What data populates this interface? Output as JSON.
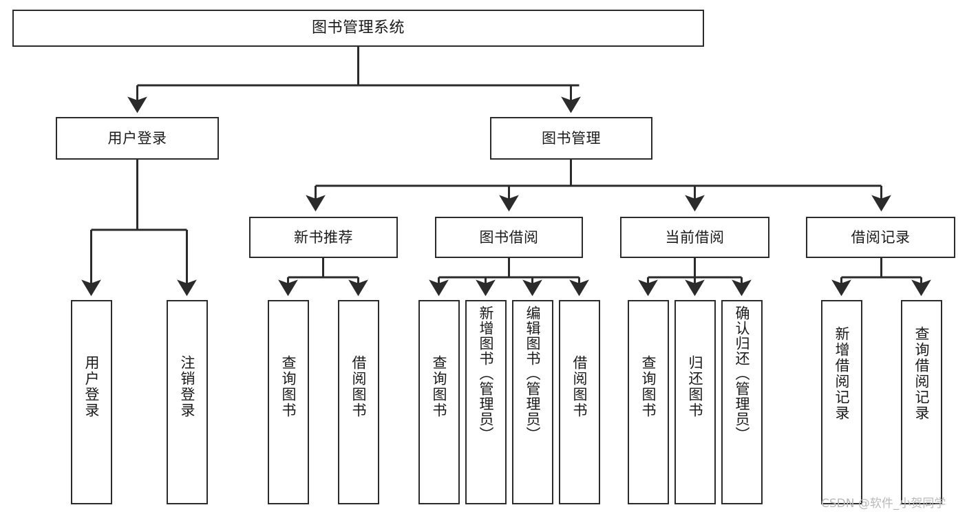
{
  "diagram": {
    "type": "tree-hierarchy",
    "title": "图书管理系统",
    "orientation": "top-down",
    "colors": {
      "node_border": "#2b2b2b",
      "node_fill": "#ffffff",
      "edge": "#2b2b2b",
      "text": "#1a1a1a",
      "watermark": "#b9b9b9",
      "background": "#ffffff"
    },
    "nodes": {
      "root": {
        "label": "图书管理系统"
      },
      "level2": [
        {
          "id": "user-login",
          "label": "用户登录"
        },
        {
          "id": "book-manage",
          "label": "图书管理"
        }
      ],
      "level3": [
        {
          "id": "new-book-rec",
          "label": "新书推荐"
        },
        {
          "id": "book-borrow",
          "label": "图书借阅"
        },
        {
          "id": "current-borrow",
          "label": "当前借阅"
        },
        {
          "id": "borrow-record",
          "label": "借阅记录"
        }
      ],
      "leaves": {
        "user_login": [
          {
            "id": "leaf-user-login",
            "label": "用户登录"
          },
          {
            "id": "leaf-logout",
            "label": "注销登录"
          }
        ],
        "new_book_rec": [
          {
            "id": "leaf-query-book-1",
            "label": "查询图书"
          },
          {
            "id": "leaf-borrow-book-1",
            "label": "借阅图书"
          }
        ],
        "book_borrow": [
          {
            "id": "leaf-query-book-2",
            "label": "查询图书"
          },
          {
            "id": "leaf-add-book",
            "label": "新增图书（管理员）"
          },
          {
            "id": "leaf-edit-book",
            "label": "编辑图书（管理员）"
          },
          {
            "id": "leaf-borrow-book-2",
            "label": "借阅图书"
          }
        ],
        "current_borrow": [
          {
            "id": "leaf-query-book-3",
            "label": "查询图书"
          },
          {
            "id": "leaf-return-book",
            "label": "归还图书"
          },
          {
            "id": "leaf-confirm-return",
            "label": "确认归还（管理员）"
          }
        ],
        "borrow_record": [
          {
            "id": "leaf-add-record",
            "label": "新增借阅记录"
          },
          {
            "id": "leaf-query-record",
            "label": "查询借阅记录"
          }
        ]
      }
    },
    "watermark": "CSDN @软件_小贺同学"
  }
}
